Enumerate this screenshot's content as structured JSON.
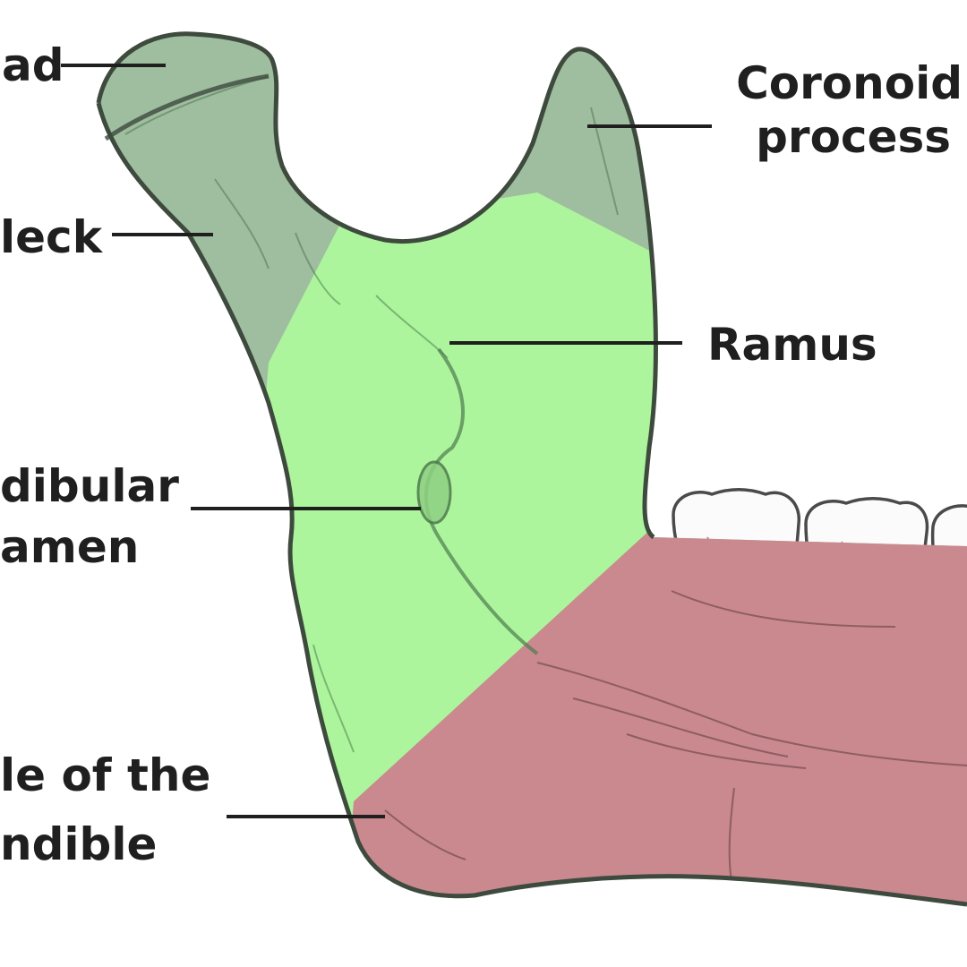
{
  "labels": {
    "head": "ad",
    "neck": "leck",
    "coronoid_line1": "Coronoid",
    "coronoid_line2": "process",
    "ramus": "Ramus",
    "foramen_line1": "dibular",
    "foramen_line2": "amen",
    "angle_line1": "le of the",
    "angle_line2": "ndible"
  },
  "colors": {
    "condyle_coronoid": "#9fbd9f",
    "ramus": "#adf59d",
    "body": "#c9898f",
    "outline": "#3d4a3d",
    "text": "#1f1f1f",
    "background": "#ffffff"
  }
}
